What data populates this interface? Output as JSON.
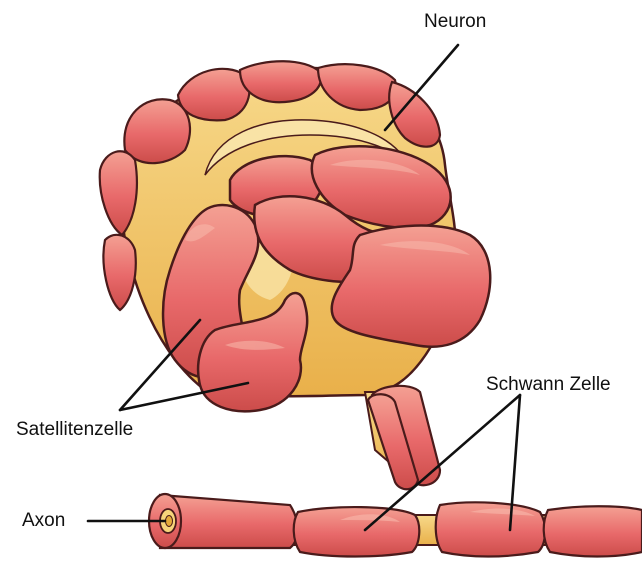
{
  "labels": {
    "neuron": "Neuron",
    "satellite": "Satellitenzelle",
    "schwann": "Schwann Zelle",
    "axon": "Axon"
  },
  "colors": {
    "cell_red": "#e8696a",
    "cell_red_light": "#f29a90",
    "cell_red_dark": "#c2403f",
    "outline": "#4a1b1b",
    "neuron_yellow": "#f6d47a",
    "neuron_yellow_dark": "#e4aa3a",
    "leader_line": "#111111"
  }
}
